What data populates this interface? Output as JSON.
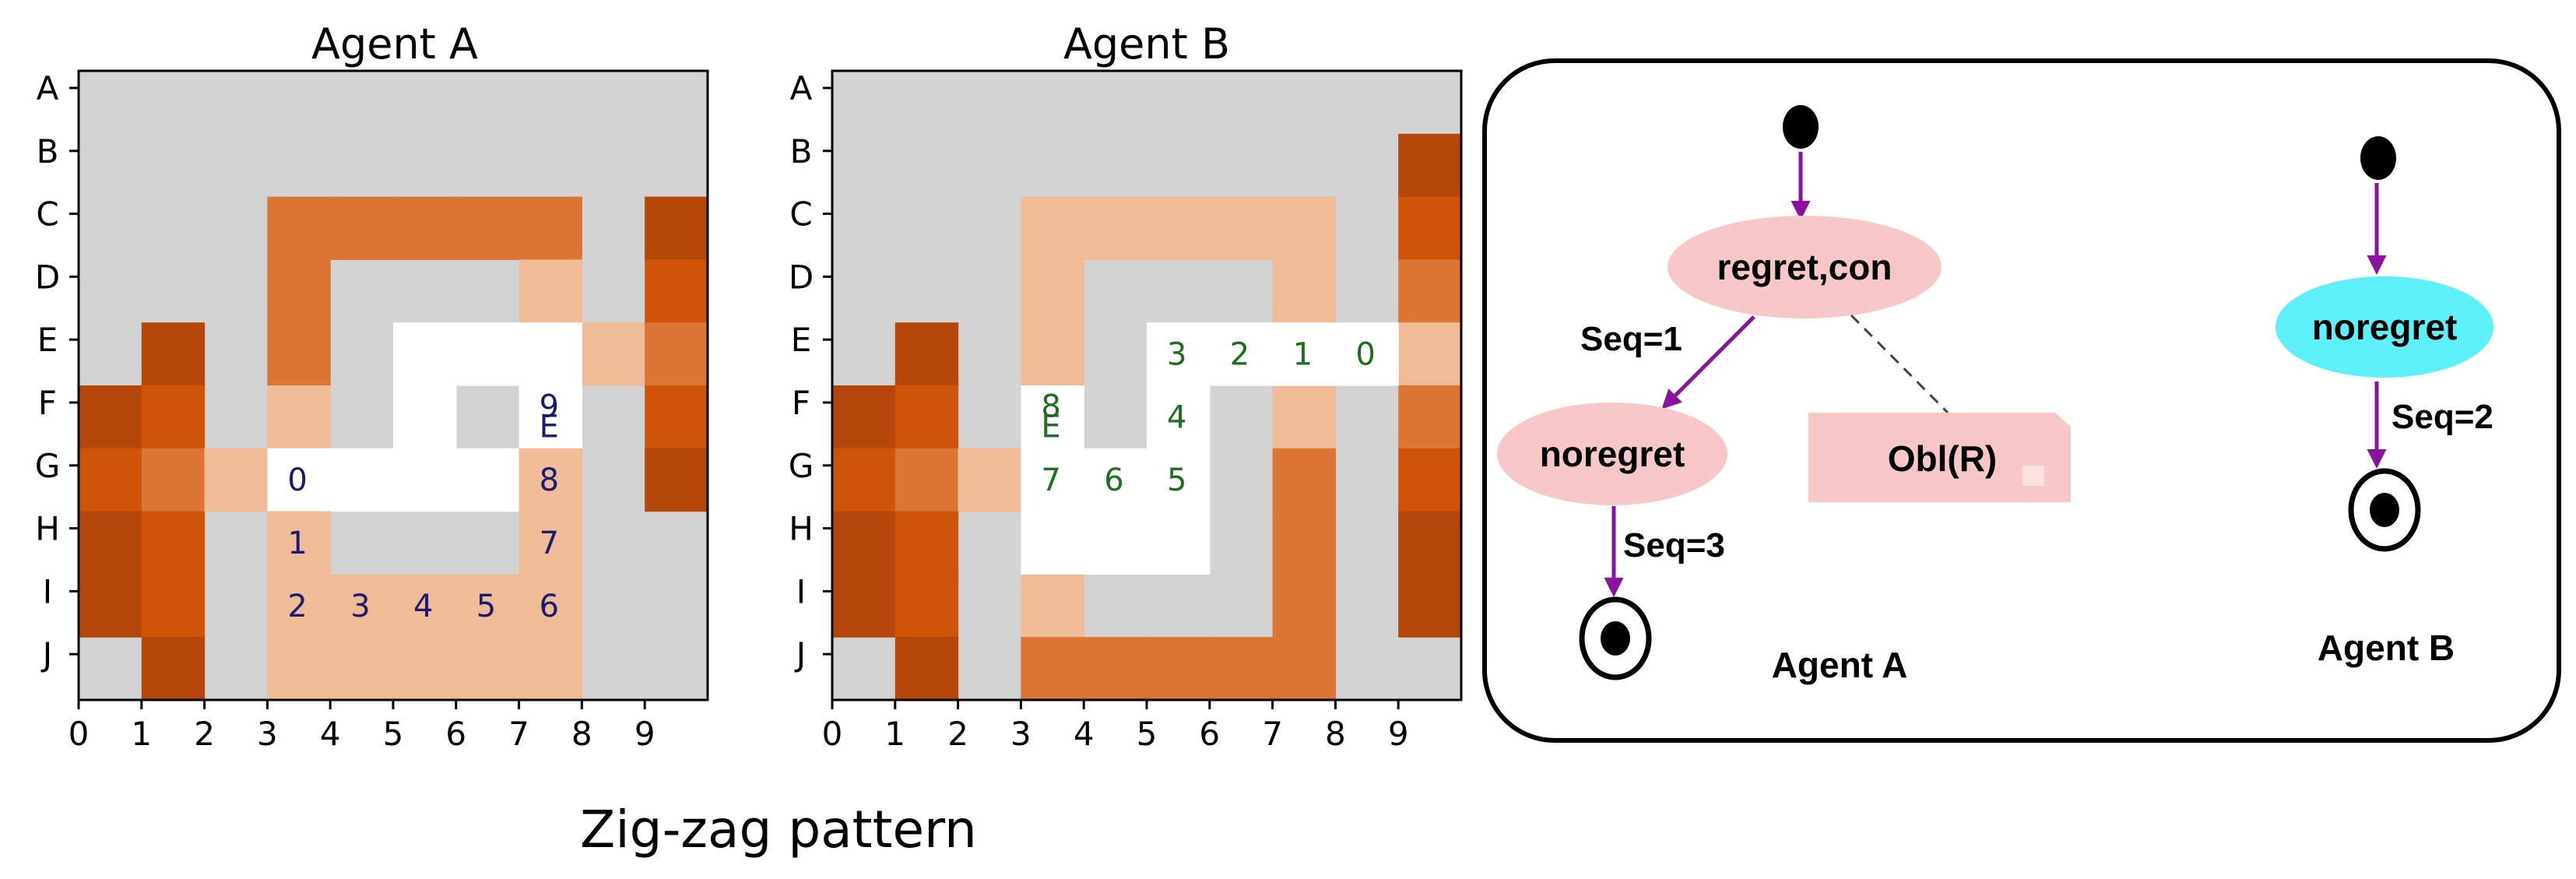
{
  "row_labels": [
    "A",
    "B",
    "C",
    "D",
    "E",
    "F",
    "G",
    "H",
    "I",
    "J"
  ],
  "col_labels": [
    "0",
    "1",
    "2",
    "3",
    "4",
    "5",
    "6",
    "7",
    "8",
    "9"
  ],
  "colors": {
    "background": "#d3d3d3",
    "empty": "#ffffff",
    "dark": "#b5470a",
    "mid_dark": "#cd5408",
    "medium": "#dd7535",
    "light": "#f0bc98",
    "agent_a_text": "#1a1a6e",
    "agent_b_text": "#1d6e1d",
    "arrow": "#8b12a0",
    "state_pink": "#f8c8c8",
    "state_cyan": "#5ef0f8"
  },
  "grids": [
    {
      "title": "Agent A",
      "text_color": "agent_a_text",
      "cells": [
        {
          "r": 5,
          "c": 0,
          "k": "dark"
        },
        {
          "r": 6,
          "c": 0,
          "k": "mid_dark"
        },
        {
          "r": 7,
          "c": 0,
          "k": "dark"
        },
        {
          "r": 8,
          "c": 0,
          "k": "dark"
        },
        {
          "r": 4,
          "c": 1,
          "k": "dark"
        },
        {
          "r": 5,
          "c": 1,
          "k": "mid_dark"
        },
        {
          "r": 6,
          "c": 1,
          "k": "medium"
        },
        {
          "r": 7,
          "c": 1,
          "k": "mid_dark"
        },
        {
          "r": 8,
          "c": 1,
          "k": "mid_dark"
        },
        {
          "r": 9,
          "c": 1,
          "k": "dark"
        },
        {
          "r": 6,
          "c": 2,
          "k": "light"
        },
        {
          "r": 2,
          "c": 3,
          "k": "medium"
        },
        {
          "r": 3,
          "c": 3,
          "k": "medium"
        },
        {
          "r": 4,
          "c": 3,
          "k": "medium"
        },
        {
          "r": 5,
          "c": 3,
          "k": "light"
        },
        {
          "r": 2,
          "c": 4,
          "k": "medium"
        },
        {
          "r": 2,
          "c": 5,
          "k": "medium"
        },
        {
          "r": 2,
          "c": 6,
          "k": "medium"
        },
        {
          "r": 2,
          "c": 7,
          "k": "medium"
        },
        {
          "r": 3,
          "c": 7,
          "k": "light"
        },
        {
          "r": 4,
          "c": 8,
          "k": "light"
        },
        {
          "r": 2,
          "c": 9,
          "k": "dark"
        },
        {
          "r": 3,
          "c": 9,
          "k": "mid_dark"
        },
        {
          "r": 4,
          "c": 9,
          "k": "medium"
        },
        {
          "r": 5,
          "c": 9,
          "k": "mid_dark"
        },
        {
          "r": 6,
          "c": 9,
          "k": "dark"
        },
        {
          "r": 6,
          "c": 3,
          "k": "empty"
        },
        {
          "r": 6,
          "c": 4,
          "k": "empty"
        },
        {
          "r": 6,
          "c": 5,
          "k": "empty"
        },
        {
          "r": 6,
          "c": 6,
          "k": "empty"
        },
        {
          "r": 4,
          "c": 5,
          "k": "empty"
        },
        {
          "r": 5,
          "c": 5,
          "k": "empty"
        },
        {
          "r": 4,
          "c": 6,
          "k": "empty"
        },
        {
          "r": 4,
          "c": 7,
          "k": "empty"
        },
        {
          "r": 5,
          "c": 7,
          "k": "empty"
        },
        {
          "r": 7,
          "c": 3,
          "k": "light"
        },
        {
          "r": 8,
          "c": 3,
          "k": "light"
        },
        {
          "r": 9,
          "c": 3,
          "k": "light"
        },
        {
          "r": 9,
          "c": 4,
          "k": "light"
        },
        {
          "r": 9,
          "c": 5,
          "k": "light"
        },
        {
          "r": 9,
          "c": 6,
          "k": "light"
        },
        {
          "r": 9,
          "c": 7,
          "k": "light"
        },
        {
          "r": 8,
          "c": 4,
          "k": "light"
        },
        {
          "r": 8,
          "c": 5,
          "k": "light"
        },
        {
          "r": 8,
          "c": 6,
          "k": "light"
        },
        {
          "r": 6,
          "c": 7,
          "k": "light"
        },
        {
          "r": 7,
          "c": 7,
          "k": "light"
        },
        {
          "r": 8,
          "c": 7,
          "k": "light"
        }
      ],
      "labels": [
        {
          "r": 6,
          "c": 3,
          "t": "0"
        },
        {
          "r": 7,
          "c": 3,
          "t": "1"
        },
        {
          "r": 8,
          "c": 3,
          "t": "2"
        },
        {
          "r": 8,
          "c": 4,
          "t": "3"
        },
        {
          "r": 8,
          "c": 5,
          "t": "4"
        },
        {
          "r": 8,
          "c": 6,
          "t": "5"
        },
        {
          "r": 8,
          "c": 7,
          "t": "6"
        },
        {
          "r": 7,
          "c": 7,
          "t": "7"
        },
        {
          "r": 6,
          "c": 7,
          "t": "8"
        },
        {
          "r": 5,
          "c": 7,
          "t": "9"
        },
        {
          "r": 5,
          "c": 7,
          "t": "E",
          "small": true
        }
      ]
    },
    {
      "title": "Agent B",
      "text_color": "agent_b_text",
      "cells": [
        {
          "r": 5,
          "c": 0,
          "k": "dark"
        },
        {
          "r": 6,
          "c": 0,
          "k": "mid_dark"
        },
        {
          "r": 7,
          "c": 0,
          "k": "dark"
        },
        {
          "r": 8,
          "c": 0,
          "k": "dark"
        },
        {
          "r": 4,
          "c": 1,
          "k": "dark"
        },
        {
          "r": 5,
          "c": 1,
          "k": "mid_dark"
        },
        {
          "r": 6,
          "c": 1,
          "k": "medium"
        },
        {
          "r": 7,
          "c": 1,
          "k": "mid_dark"
        },
        {
          "r": 8,
          "c": 1,
          "k": "mid_dark"
        },
        {
          "r": 9,
          "c": 1,
          "k": "dark"
        },
        {
          "r": 6,
          "c": 2,
          "k": "light"
        },
        {
          "r": 2,
          "c": 3,
          "k": "light"
        },
        {
          "r": 3,
          "c": 3,
          "k": "light"
        },
        {
          "r": 4,
          "c": 3,
          "k": "light"
        },
        {
          "r": 8,
          "c": 3,
          "k": "light"
        },
        {
          "r": 2,
          "c": 4,
          "k": "light"
        },
        {
          "r": 2,
          "c": 5,
          "k": "light"
        },
        {
          "r": 2,
          "c": 6,
          "k": "light"
        },
        {
          "r": 2,
          "c": 7,
          "k": "light"
        },
        {
          "r": 3,
          "c": 7,
          "k": "light"
        },
        {
          "r": 5,
          "c": 7,
          "k": "light"
        },
        {
          "r": 9,
          "c": 3,
          "k": "medium"
        },
        {
          "r": 9,
          "c": 4,
          "k": "medium"
        },
        {
          "r": 9,
          "c": 5,
          "k": "medium"
        },
        {
          "r": 9,
          "c": 6,
          "k": "medium"
        },
        {
          "r": 9,
          "c": 7,
          "k": "medium"
        },
        {
          "r": 6,
          "c": 7,
          "k": "medium"
        },
        {
          "r": 7,
          "c": 7,
          "k": "medium"
        },
        {
          "r": 8,
          "c": 7,
          "k": "medium"
        },
        {
          "r": 1,
          "c": 9,
          "k": "dark"
        },
        {
          "r": 2,
          "c": 9,
          "k": "mid_dark"
        },
        {
          "r": 3,
          "c": 9,
          "k": "medium"
        },
        {
          "r": 4,
          "c": 9,
          "k": "light"
        },
        {
          "r": 5,
          "c": 9,
          "k": "medium"
        },
        {
          "r": 6,
          "c": 9,
          "k": "mid_dark"
        },
        {
          "r": 7,
          "c": 9,
          "k": "dark"
        },
        {
          "r": 8,
          "c": 9,
          "k": "dark"
        },
        {
          "r": 5,
          "c": 3,
          "k": "empty"
        },
        {
          "r": 6,
          "c": 3,
          "k": "empty"
        },
        {
          "r": 7,
          "c": 3,
          "k": "empty"
        },
        {
          "r": 6,
          "c": 4,
          "k": "empty"
        },
        {
          "r": 7,
          "c": 4,
          "k": "empty"
        },
        {
          "r": 7,
          "c": 5,
          "k": "empty"
        },
        {
          "r": 4,
          "c": 5,
          "k": "empty"
        },
        {
          "r": 5,
          "c": 5,
          "k": "empty"
        },
        {
          "r": 6,
          "c": 5,
          "k": "empty"
        },
        {
          "r": 4,
          "c": 6,
          "k": "empty"
        },
        {
          "r": 4,
          "c": 7,
          "k": "empty"
        },
        {
          "r": 4,
          "c": 8,
          "k": "empty"
        }
      ],
      "labels": [
        {
          "r": 4,
          "c": 8,
          "t": "0"
        },
        {
          "r": 4,
          "c": 7,
          "t": "1"
        },
        {
          "r": 4,
          "c": 6,
          "t": "2"
        },
        {
          "r": 4,
          "c": 5,
          "t": "3"
        },
        {
          "r": 5,
          "c": 5,
          "t": "4"
        },
        {
          "r": 6,
          "c": 5,
          "t": "5"
        },
        {
          "r": 6,
          "c": 4,
          "t": "6"
        },
        {
          "r": 6,
          "c": 3,
          "t": "7"
        },
        {
          "r": 5,
          "c": 3,
          "t": "8"
        },
        {
          "r": 5,
          "c": 3,
          "t": "E",
          "small": true
        }
      ]
    }
  ],
  "caption": "Zig-zag pattern",
  "fsm": {
    "agent_a": {
      "state1": "regret,con",
      "state2": "noregret",
      "obligation": "Obl(R)",
      "seq1": "Seq=1",
      "seq3": "Seq=3",
      "label": "Agent A"
    },
    "agent_b": {
      "state1": "noregret",
      "seq2": "Seq=2",
      "label": "Agent B"
    }
  }
}
